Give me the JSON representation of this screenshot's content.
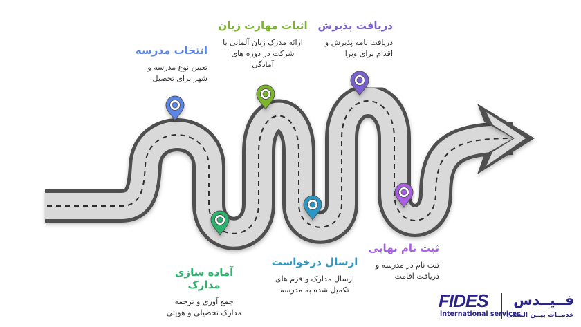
{
  "steps": [
    {
      "title": "انتخاب مدرسه",
      "desc": "تعیین نوع مدرسه و\nشهر برای تحصیل",
      "color": "#5b86e5"
    },
    {
      "title": "آماده سازی\nمدارک",
      "desc": "جمع آوری و ترجمه\nمدارک تحصیلی و هویتی",
      "color": "#2cb36d"
    },
    {
      "title": "اثبات مهارت زبان",
      "desc": "ارائه مدرک زبان آلمانی یا\nشرکت در دوره های\nآمادگی",
      "color": "#7cb52c"
    },
    {
      "title": "ارسال درخواست",
      "desc": "ارسال مدارک و فرم های\nتکمیل شده به مدرسه",
      "color": "#2b98c6"
    },
    {
      "title": "دریافت پذیرش",
      "desc": "دریافت نامه پذیرش و\nاقدام برای ویزا",
      "color": "#7a5fd0"
    },
    {
      "title": "ثبت نام نهایی",
      "desc": "ثبت نام در مدرسه و\nدریافت اقامت",
      "color": "#a85fe0"
    }
  ],
  "logo": {
    "brand_latin": "FIDES",
    "brand_latin_sub": "international services",
    "brand_persian": "فــیــدس",
    "brand_persian_sub": "خدمــات بیــن المللی"
  }
}
